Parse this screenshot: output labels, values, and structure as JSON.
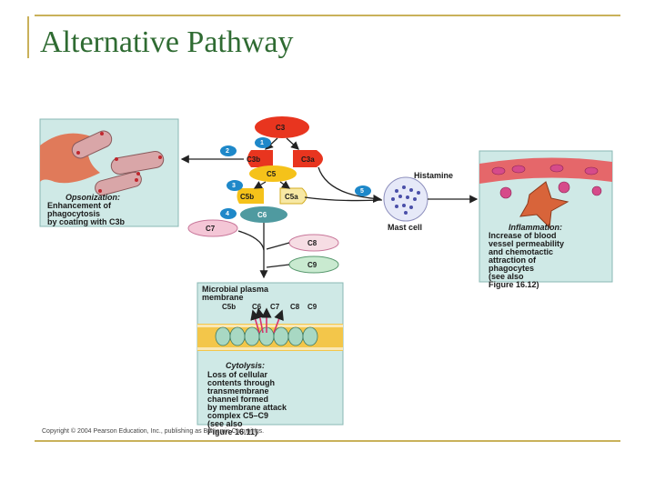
{
  "slide": {
    "title": "Alternative Pathway",
    "copyright": "Copyright © 2004 Pearson Education, Inc., publishing as Benjamin Cummings."
  },
  "diagram": {
    "nodes": {
      "c3": "C3",
      "c3b": "C3b",
      "c3a": "C3a",
      "c5": "C5",
      "c5b": "C5b",
      "c5a": "C5a",
      "c6": "C6",
      "c7": "C7",
      "c8": "C8",
      "c9": "C9"
    },
    "steps": [
      "1",
      "2",
      "3",
      "4",
      "5"
    ],
    "opsonization": {
      "heading": "Opsonization:",
      "text": "Enhancement of\nphagocytosis\nby coating with C3b"
    },
    "inflammation": {
      "heading": "Inflammation:",
      "text": "Increase of blood\nvessel permeability\nand chemotactic\nattraction of\nphagocytes\n(see also\nFigure 16.12)"
    },
    "histamine": "Histamine",
    "mast_cell": "Mast cell",
    "membrane": {
      "label": "Microbial plasma\nmembrane",
      "channel_labels": [
        "C5b",
        "C6",
        "C7",
        "C8",
        "C9"
      ]
    },
    "cytolysis": {
      "heading": "Cytolysis:",
      "text": "Loss of cellular\ncontents through\ntransmembrane\nchannel formed\nby membrane attack\ncomplex C5–C9\n(see also\nFigure 16.11)"
    },
    "colors": {
      "panel_bg": "#cfe9e6",
      "c3": "#e8351f",
      "c5": "#f5c21a",
      "c6": "#4f9aa0",
      "c7": "#f4c6d6",
      "c8": "#f6dde4",
      "c9": "#c9ead0",
      "step_badge": "#1e88c9"
    }
  }
}
